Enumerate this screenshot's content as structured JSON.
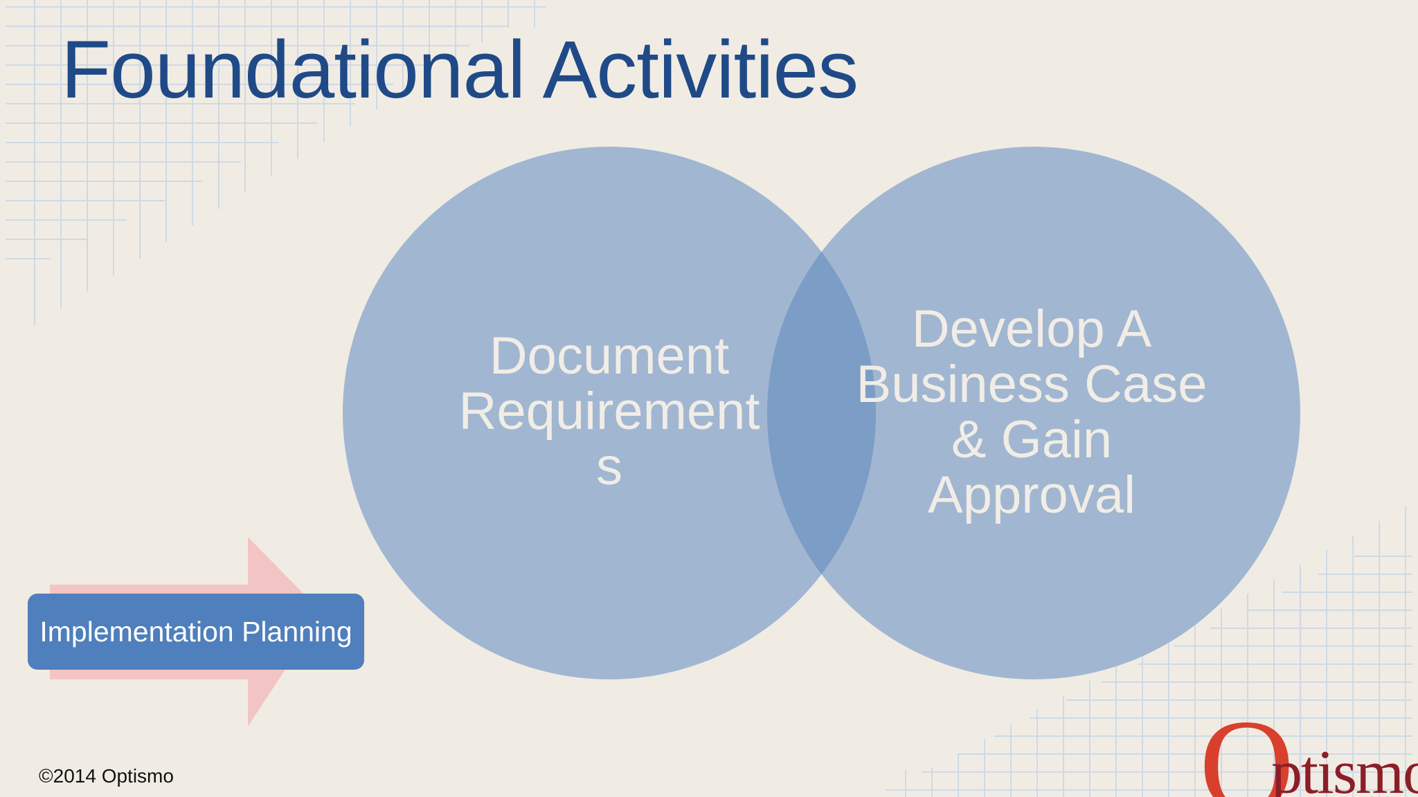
{
  "slide": {
    "title": "Foundational Activities",
    "venn": {
      "left_circle_label": "Document Requirement s",
      "right_circle_label": "Develop A Business Case & Gain Approval"
    },
    "stage_label": "Implementation Planning",
    "copyright": "©2014 Optismo",
    "logo_text": "Optismo"
  },
  "colors": {
    "background": "#f0ece4",
    "title": "#1f4a87",
    "circle_fill": "#a1b6d1",
    "circle_overlap": "#7b9dc6",
    "circle_text": "#f1ede6",
    "stage_button": "#4f7fbc",
    "arrow": "#f3c4c4",
    "grid_lines": "#c9d6e6",
    "logo_o": "#d8402d",
    "logo_text": "#8c1e28"
  }
}
